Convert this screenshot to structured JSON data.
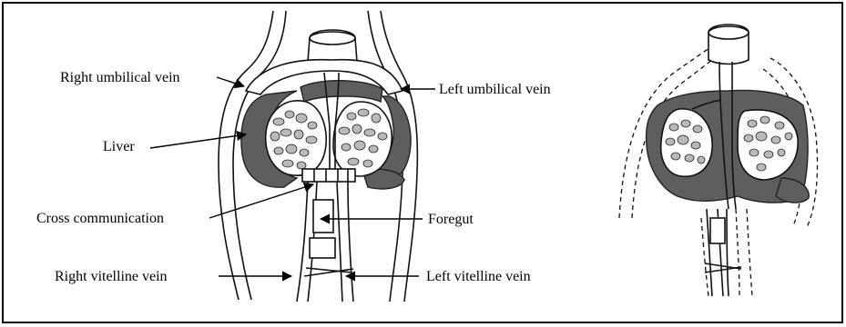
{
  "labels": {
    "right_umbilical_vein": "Right umbilical vein",
    "left_umbilical_vein": "Left umbilical vein",
    "liver": "Liver",
    "cross_communication": "Cross communication",
    "foregut": "Foregut",
    "right_vitelline_vein": "Right vitelline vein",
    "left_vitelline_vein": "Left vitelline vein"
  },
  "colors": {
    "liver_fill": "#5e5e5e",
    "nodule_fill": "#b9b9b9",
    "line": "#111111",
    "background": "#ffffff"
  }
}
